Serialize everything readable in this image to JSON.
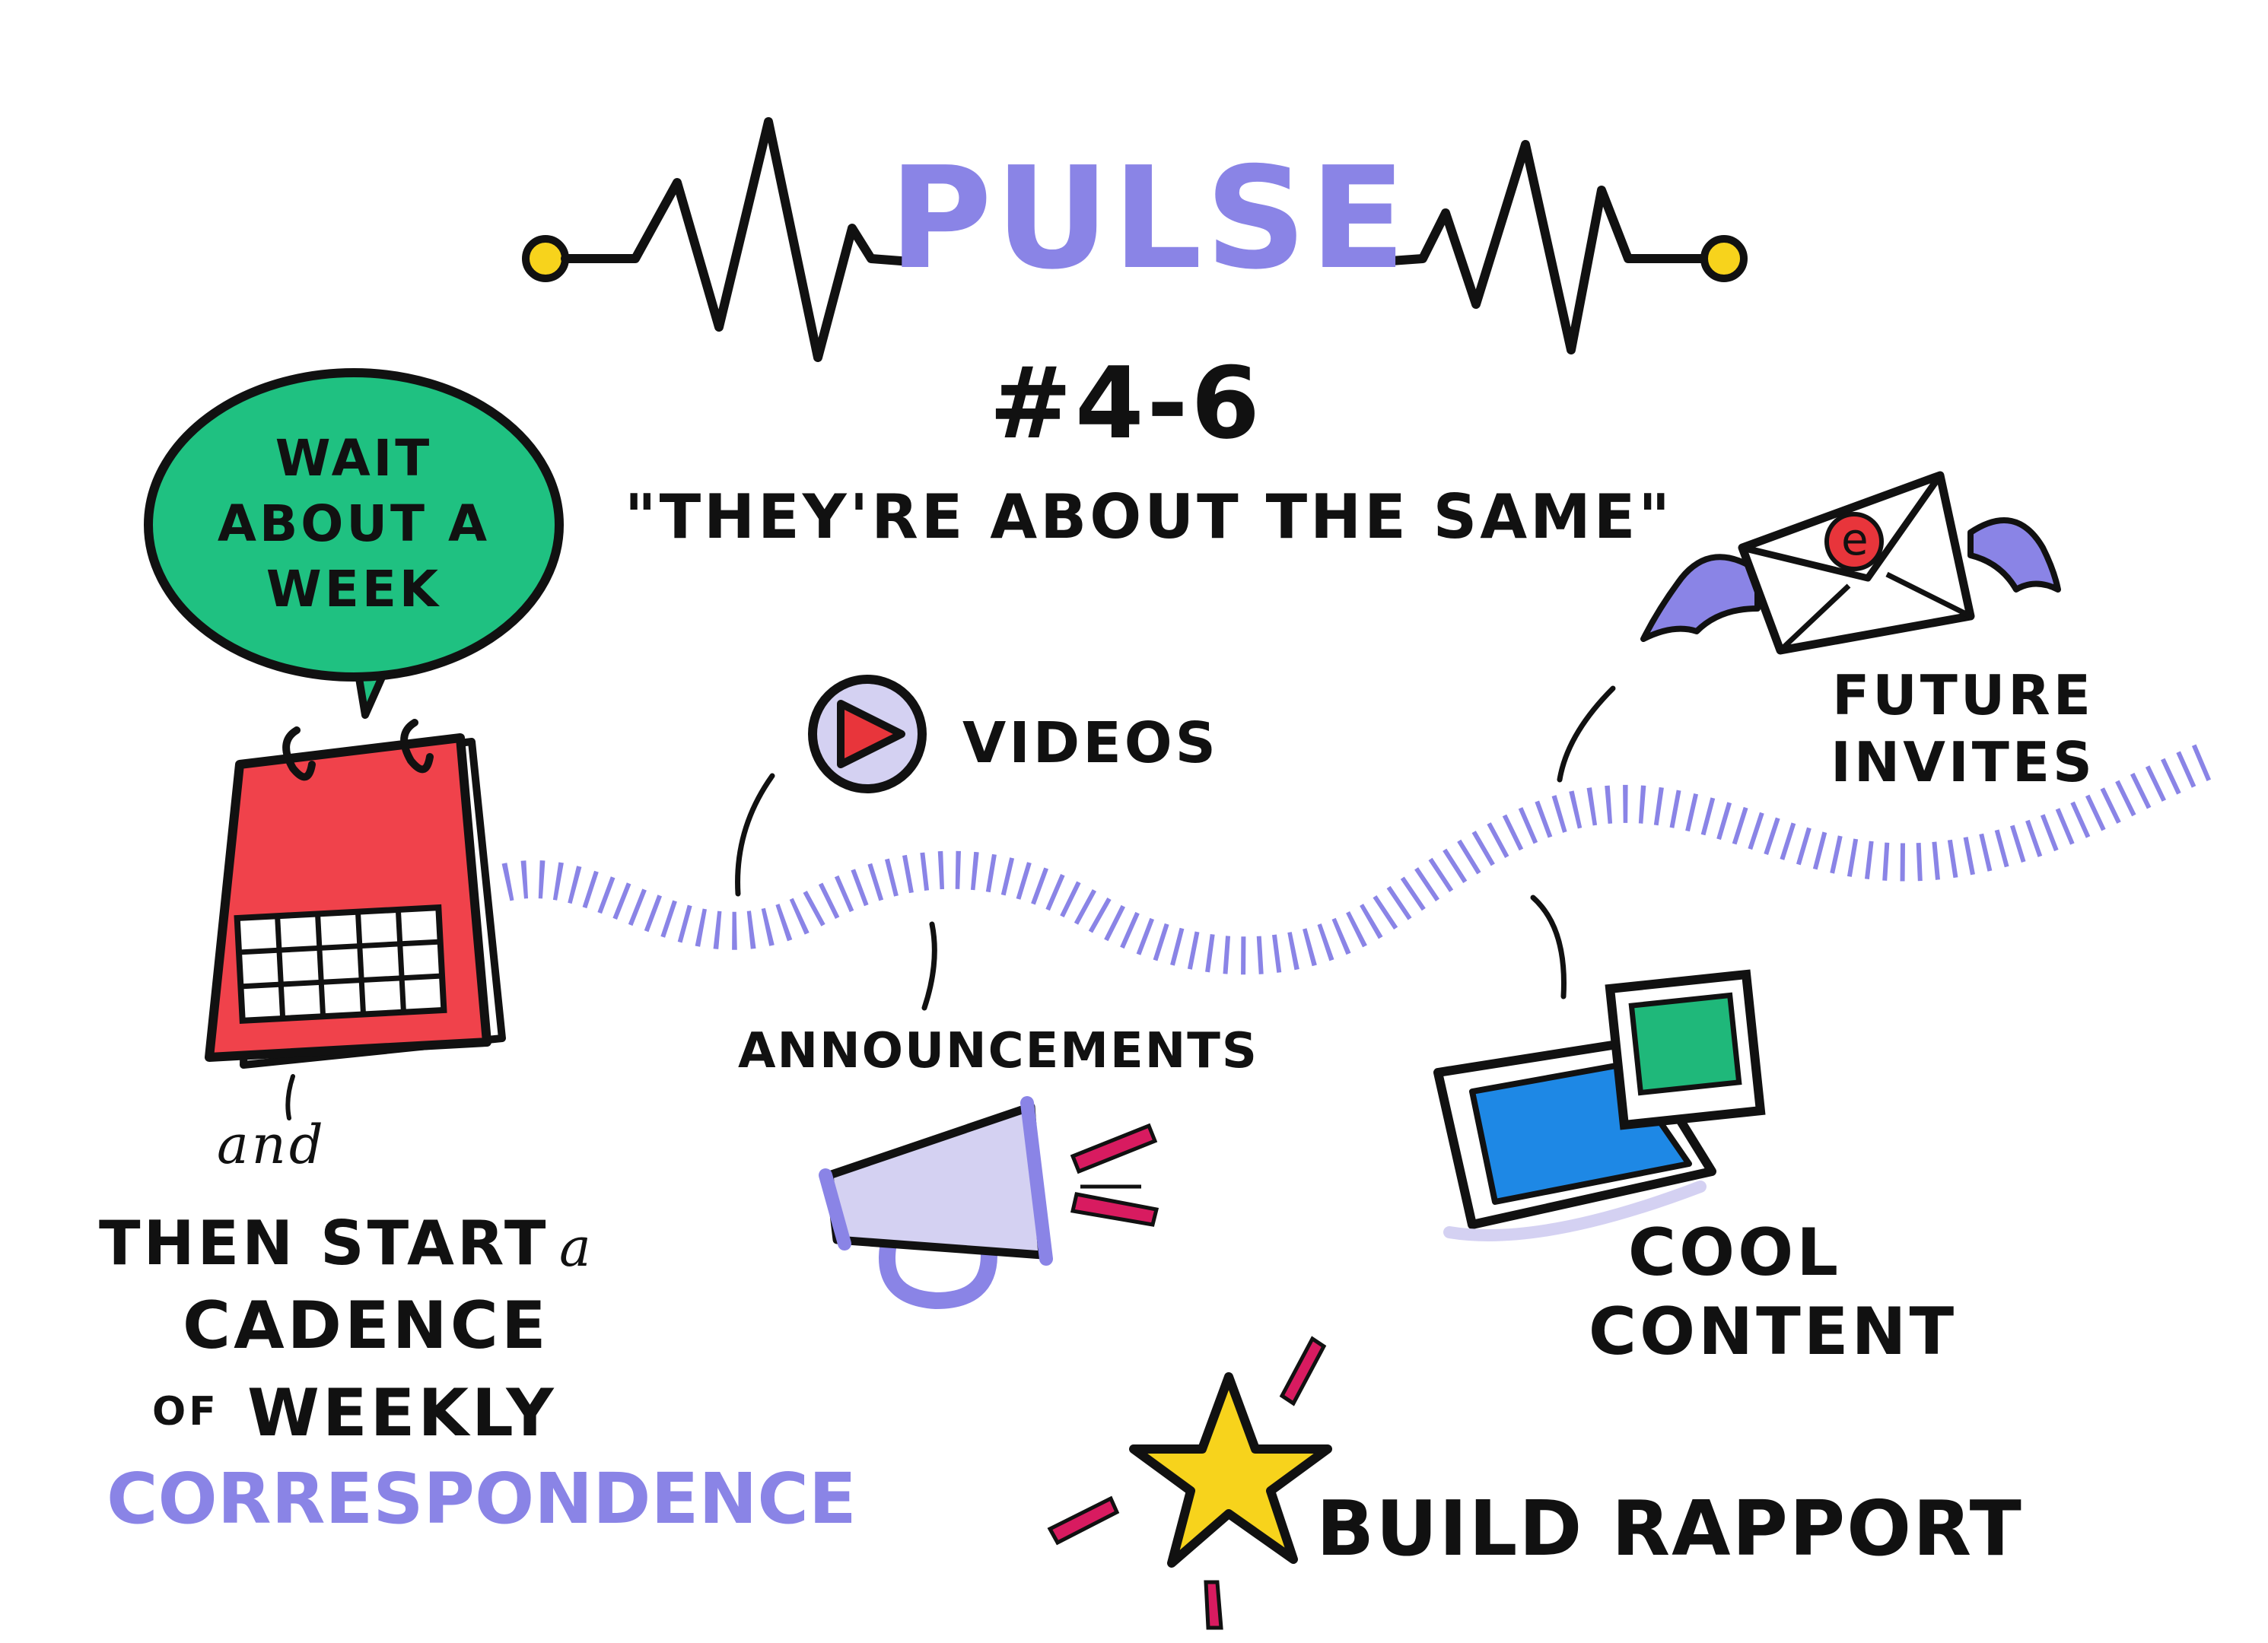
{
  "title": "PULSE",
  "subtitle": "#4-6",
  "quote": "\"THEY'RE ABOUT THE SAME\"",
  "bubble": {
    "lines": [
      "WAIT",
      "ABOUT A",
      "WEEK"
    ]
  },
  "calendar_note": {
    "line1_small": "and",
    "line2": "THEN START",
    "line2_small": "a",
    "line3": "CADENCE",
    "line4_small": "OF",
    "line4": "WEEKLY",
    "line5": "CORRESPONDENCE"
  },
  "items": {
    "videos": "VIDEOS",
    "announcements": "ANNOUNCEMENTS",
    "future_invites": [
      "FUTURE",
      "INVITES"
    ],
    "cool_content": [
      "COOL",
      "CONTENT"
    ],
    "build_rapport": "BUILD RAPPORT"
  },
  "envelope_letter": "e",
  "icons": [
    "heartbeat-line-icon",
    "speech-bubble-icon",
    "calendar-icon",
    "play-button-icon",
    "megaphone-icon",
    "winged-envelope-icon",
    "photo-frames-icon",
    "star-icon"
  ],
  "colors": {
    "accent_purple": "#8a84e6",
    "bubble_green": "#1fc181",
    "calendar_red": "#f0424b",
    "play_red": "#e8353b",
    "pulse_yellow": "#f7d31c",
    "spark_pink": "#d81b60",
    "screen_blue": "#1e88e5",
    "photo_green": "#1fb87a",
    "ink": "#111111"
  }
}
